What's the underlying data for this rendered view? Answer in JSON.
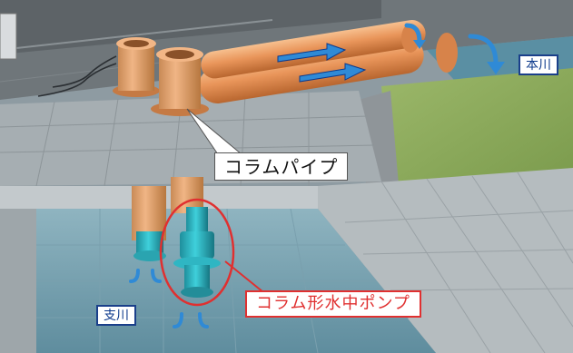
{
  "labels": {
    "column_pipe": "コラムパイプ",
    "column_submersible_pump": "コラム形水中ポンプ",
    "main_river": "本川",
    "tributary": "支川"
  },
  "colors": {
    "pipe_orange": "#e9955a",
    "water_cyan": "#2fb6c3",
    "flow_arrow_blue": "#2f8ad6",
    "pump_highlight_red": "#e03030",
    "label_text_blue": "#0d3a8c",
    "grass_green": "#8aa65a",
    "concrete_gray": "#a9b0b4"
  },
  "icons": {
    "flow_arrow": "arrow-right",
    "outflow_arrow": "arrow-curve-down",
    "inflow_arrow": "arrow-curve-up"
  }
}
